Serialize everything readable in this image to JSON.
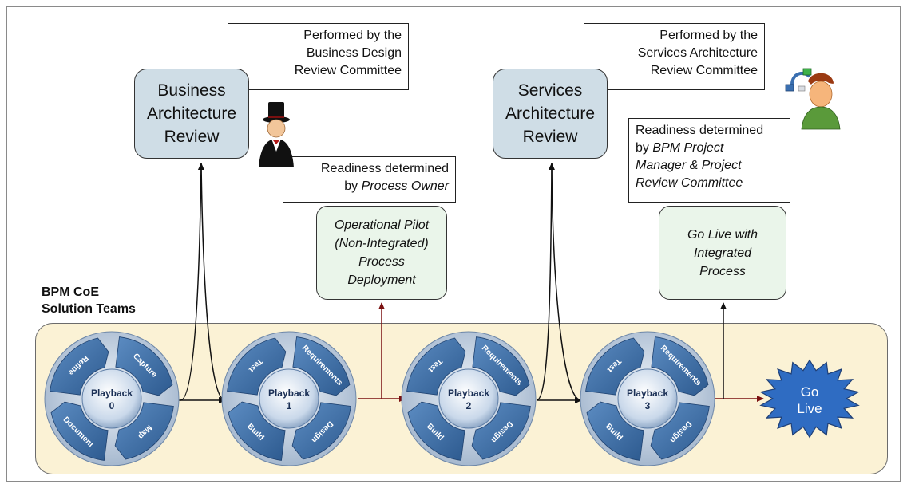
{
  "notes": {
    "performed_business": [
      "Performed by the",
      "Business Design",
      "Review Committee"
    ],
    "performed_services": [
      "Performed by the",
      "Services Architecture",
      "Review Committee"
    ],
    "readiness_owner": {
      "line1": "Readiness determined",
      "by": "by ",
      "who": "Process Owner"
    },
    "readiness_pm": {
      "line1": "Readiness determined",
      "by": "by ",
      "who1": "BPM Project",
      "who2": "Manager & Project",
      "who3": "Review Committee"
    }
  },
  "reviews": {
    "business": [
      "Business",
      "Architecture",
      "Review"
    ],
    "services": [
      "Services",
      "Architecture",
      "Review"
    ]
  },
  "deployments": {
    "pilot": [
      "Operational Pilot",
      "(Non-Integrated)",
      "Process",
      "Deployment"
    ],
    "golive": [
      "Go Live with",
      "Integrated",
      "Process"
    ]
  },
  "teams_label": [
    "BPM CoE",
    "Solution Teams"
  ],
  "playback0": {
    "hub": [
      "Playback",
      "0"
    ],
    "segments": [
      "Capture",
      "Map",
      "Document",
      "Refine"
    ]
  },
  "playbacks": [
    {
      "hub": [
        "Playback",
        "1"
      ],
      "segments": [
        "Requirements",
        "Design",
        "Build",
        "Test"
      ]
    },
    {
      "hub": [
        "Playback",
        "2"
      ],
      "segments": [
        "Requirements",
        "Design",
        "Build",
        "Test"
      ]
    },
    {
      "hub": [
        "Playback",
        "3"
      ],
      "segments": [
        "Requirements",
        "Design",
        "Build",
        "Test"
      ]
    }
  ],
  "golive_star": [
    "Go",
    "Live"
  ],
  "colors": {
    "review_fill": "#cfdde6",
    "deploy_fill": "#eaf5ea",
    "band_fill": "#fbf2d5",
    "cycle_blue": "#3f6fa6",
    "star_blue": "#2f6cc2",
    "dark_red_arrow": "#7a1010"
  },
  "icons": [
    "top-hat-figure-icon",
    "integration-developer-icon"
  ]
}
